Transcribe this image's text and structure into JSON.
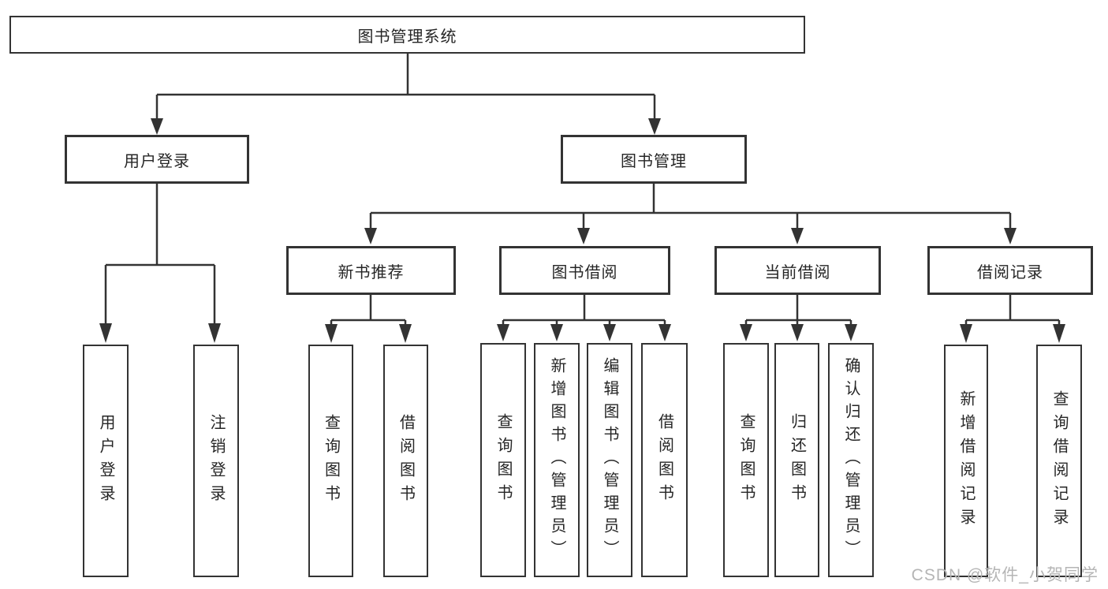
{
  "diagram": {
    "type": "hierarchy-tree",
    "tree": {
      "label": "图书管理系统",
      "children": [
        {
          "label": "用户登录",
          "children": [
            {
              "label": "用户登录"
            },
            {
              "label": "注销登录"
            }
          ]
        },
        {
          "label": "图书管理",
          "children": [
            {
              "label": "新书推荐",
              "children": [
                {
                  "label": "查询图书"
                },
                {
                  "label": "借阅图书"
                }
              ]
            },
            {
              "label": "图书借阅",
              "children": [
                {
                  "label": "查询图书"
                },
                {
                  "label": "新增图书（管理员）"
                },
                {
                  "label": "编辑图书（管理员）"
                },
                {
                  "label": "借阅图书"
                }
              ]
            },
            {
              "label": "当前借阅",
              "children": [
                {
                  "label": "查询图书"
                },
                {
                  "label": "归还图书"
                },
                {
                  "label": "确认归还（管理员）"
                }
              ]
            },
            {
              "label": "借阅记录",
              "children": [
                {
                  "label": "新增借阅记录"
                },
                {
                  "label": "查询借阅记录"
                }
              ]
            }
          ]
        }
      ]
    },
    "colors": {
      "line": "#333333",
      "box_border": "#333333",
      "box_fill": "#ffffff",
      "text": "#262626",
      "background": "#ffffff"
    }
  },
  "watermark": {
    "text": "CSDN @软件_小贺同学",
    "color": "#b5b5b5"
  }
}
